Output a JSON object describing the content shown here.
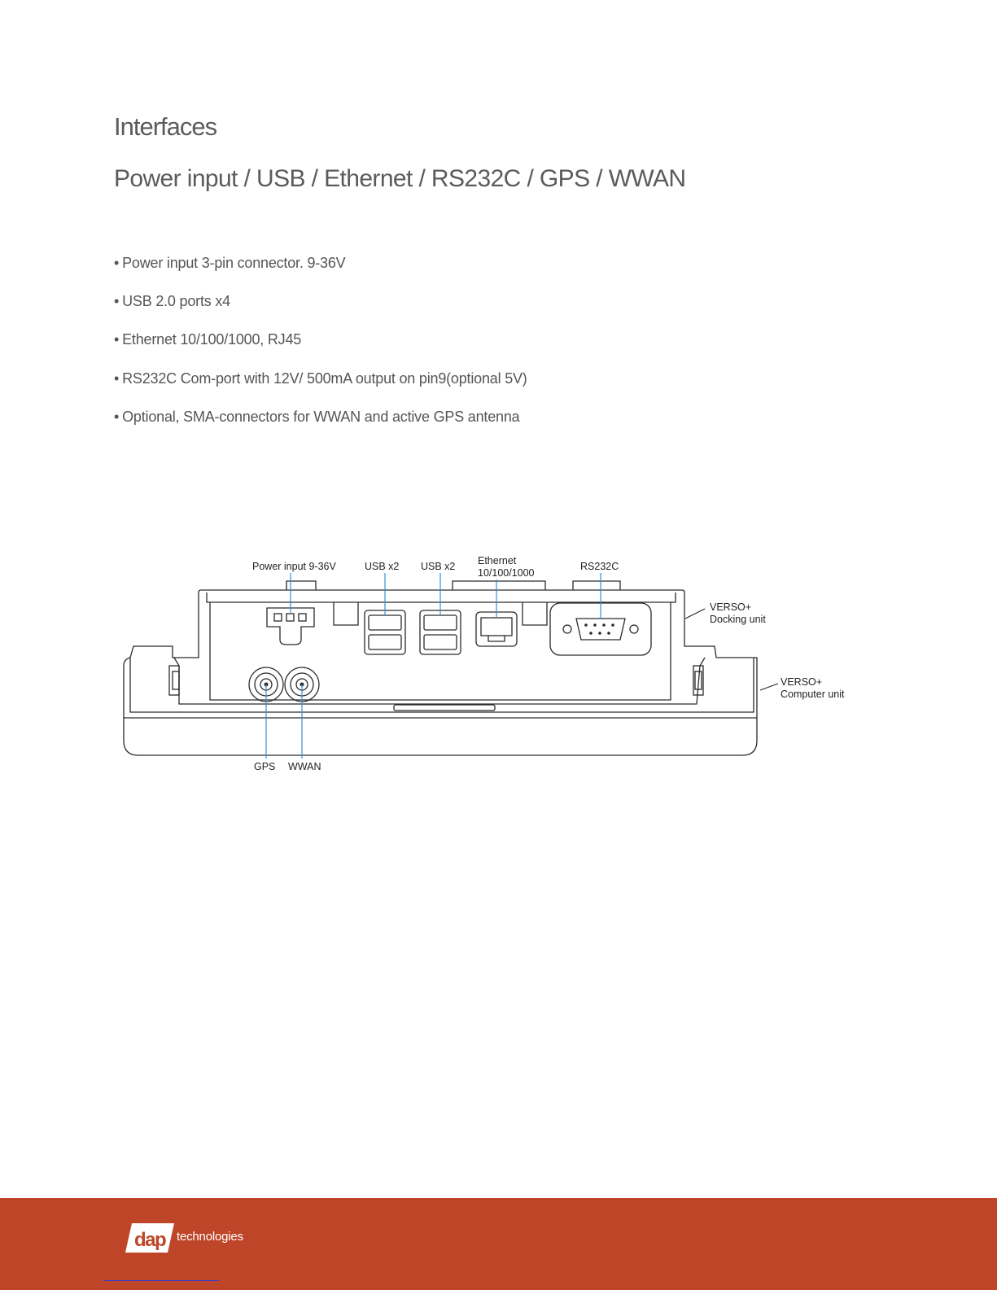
{
  "page": {
    "title": "Interfaces",
    "subtitle": "Power input / USB / Ethernet / RS232C / GPS / WWAN"
  },
  "bullets": [
    "Power input 3-pin connector. 9-36V",
    "USB 2.0 ports x4",
    "Ethernet 10/100/1000, RJ45",
    "RS232C Com-port with 12V/ 500mA output on pin9(optional 5V)",
    "Optional, SMA-connectors for WWAN and active GPS antenna"
  ],
  "bullet_marker": "•",
  "diagram": {
    "labels": {
      "power_input": "Power input 9-36V",
      "usb_1": "USB x2",
      "usb_2": "USB x2",
      "ethernet_line1": "Ethernet",
      "ethernet_line2": "10/100/1000",
      "rs232c": "RS232C",
      "docking_line1": "VERSO+",
      "docking_line2": "Docking unit",
      "computer_line1": "VERSO+",
      "computer_line2": "Computer unit",
      "gps": "GPS",
      "wwan": "WWAN"
    },
    "leader_color": "#3a8fd0"
  },
  "footer": {
    "logo_mark": "dap",
    "logo_text": "technologies",
    "background": "#bf4529"
  }
}
